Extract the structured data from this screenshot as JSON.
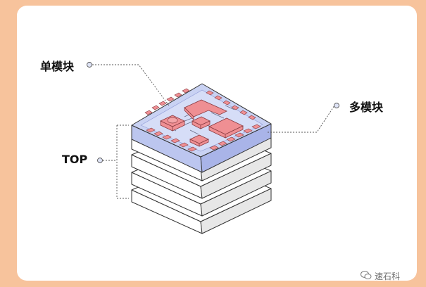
{
  "labels": {
    "single_module": "单模块",
    "multi_module": "多模块",
    "top": "TOP"
  },
  "watermark": {
    "text": "速石科",
    "icon": "wechat-icon"
  },
  "colors": {
    "background": "#f7c39c",
    "card": "#ffffff",
    "top_face": "#c9d2f3",
    "top_side_left": "#bcc6ef",
    "top_side_right": "#a9b4e8",
    "chip_block": "#ef8f93",
    "chip_stroke": "#b04b52",
    "layer_face": "#ffffff",
    "layer_side": "#e8e8e8",
    "line": "#333333",
    "dot_fill": "#dfe4f7"
  }
}
